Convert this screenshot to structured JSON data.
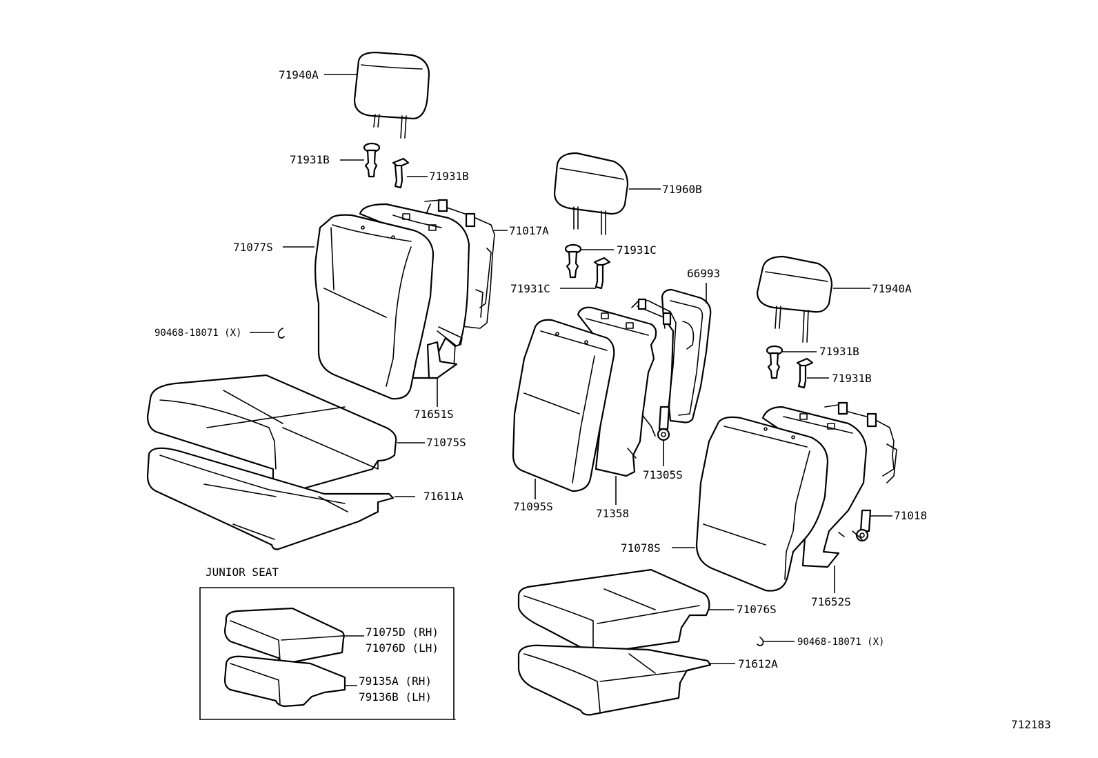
{
  "labels": {
    "headrest_left": "71940A",
    "headrest_center": "71960B",
    "headrest_right": "71940A",
    "support_left_a": "71931B",
    "support_left_b": "71931B",
    "support_center_a": "71931C",
    "support_center_b": "71931C",
    "support_right_a": "71931B",
    "support_right_b": "71931B",
    "frame_left": "71017A",
    "cover_back_left": "71077S",
    "clip_left": "90468-18071 (X)",
    "lock_left": "71651S",
    "cover_cushion_left": "71075S",
    "pad_cushion_left": "71611A",
    "bracket_66993": "66993",
    "hinge_center": "71305S",
    "cover_back_center": "71095S",
    "pad_center": "71358",
    "frame_right": "71018",
    "cover_back_right": "71078S",
    "lock_right": "71652S",
    "cover_cushion_right": "71076S",
    "clip_right": "90468-18071 (X)",
    "pad_cushion_right": "71612A",
    "junior_title": "JUNIOR SEAT",
    "junior_cover_rh": "71075D (RH)",
    "junior_cover_lh": "71076D (LH)",
    "junior_pad_rh": "79135A (RH)",
    "junior_pad_lh": "79136B (LH)",
    "diagram_id": "712183"
  }
}
